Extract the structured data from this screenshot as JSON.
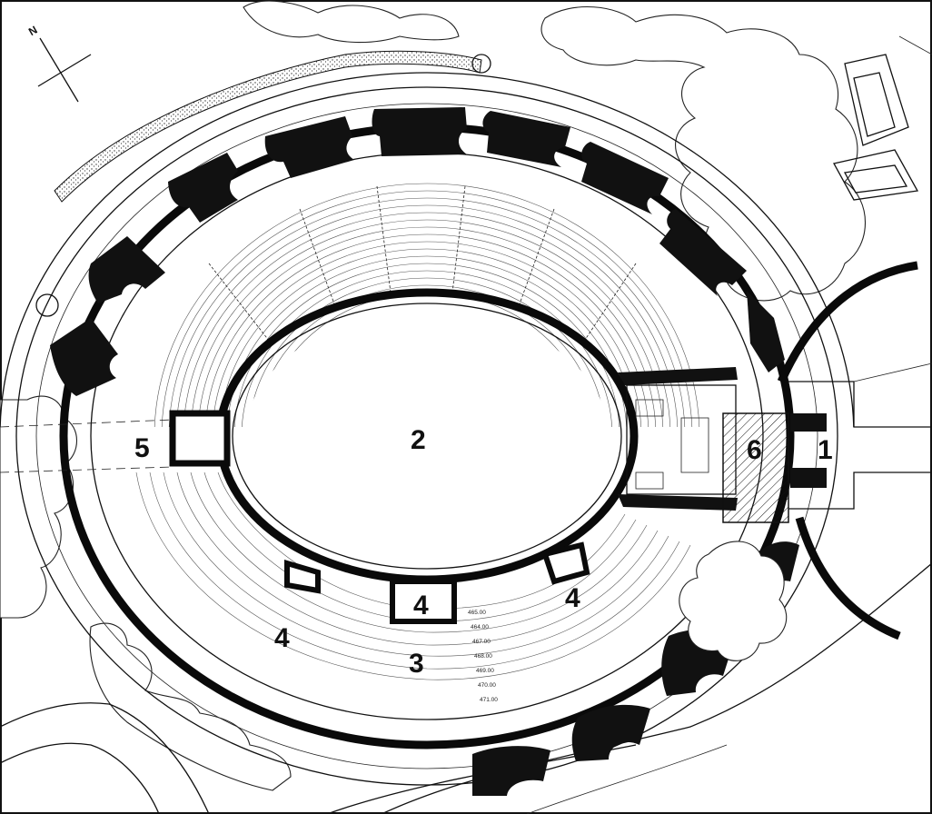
{
  "north_label": "N",
  "labels": {
    "entrance": "1",
    "arena": "2",
    "cavea_south": "3",
    "vomitorium_west": "4",
    "vomitorium_center": "4",
    "vomitorium_east": "4",
    "west_entrance": "5",
    "stage_building": "6"
  },
  "elevations": [
    "465.00",
    "464.00",
    "467.00",
    "468.00",
    "469.00",
    "470.00",
    "471.00"
  ]
}
